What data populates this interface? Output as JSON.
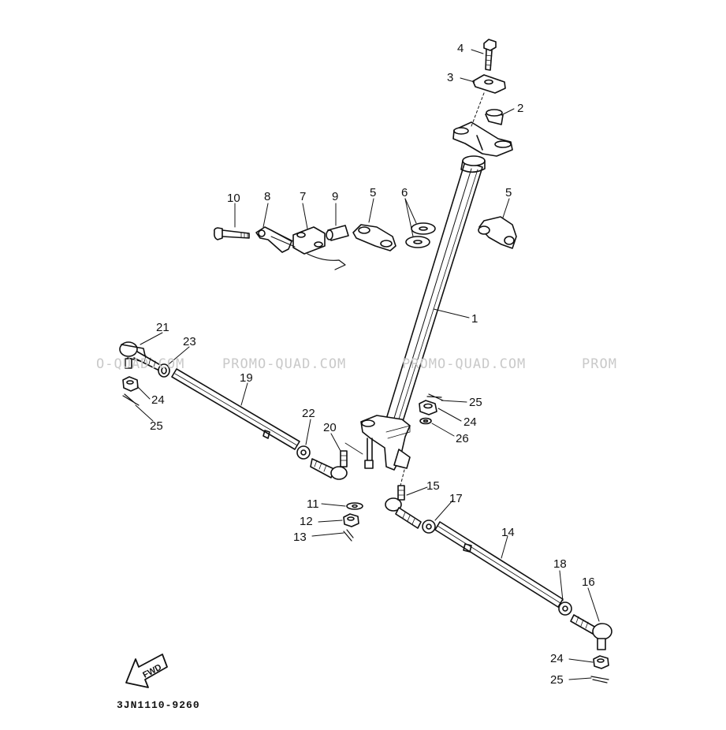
{
  "diagram": {
    "drawing_code": "3JN1110-9260",
    "fwd_label": "FWD",
    "watermarks": [
      "O-QUAD.COM",
      "PROMO-QUAD.COM",
      "PROMO-QUAD.COM",
      "PROM"
    ],
    "callouts": [
      {
        "id": "c4",
        "label": "4"
      },
      {
        "id": "c3",
        "label": "3"
      },
      {
        "id": "c2",
        "label": "2"
      },
      {
        "id": "c10",
        "label": "10"
      },
      {
        "id": "c8",
        "label": "8"
      },
      {
        "id": "c7",
        "label": "7"
      },
      {
        "id": "c9",
        "label": "9"
      },
      {
        "id": "c5a",
        "label": "5"
      },
      {
        "id": "c6",
        "label": "6"
      },
      {
        "id": "c5b",
        "label": "5"
      },
      {
        "id": "c1",
        "label": "1"
      },
      {
        "id": "c21",
        "label": "21"
      },
      {
        "id": "c23",
        "label": "23"
      },
      {
        "id": "c19",
        "label": "19"
      },
      {
        "id": "c24a",
        "label": "24"
      },
      {
        "id": "c25a",
        "label": "25"
      },
      {
        "id": "c22",
        "label": "22"
      },
      {
        "id": "c20",
        "label": "20"
      },
      {
        "id": "c25b",
        "label": "25"
      },
      {
        "id": "c24b",
        "label": "24"
      },
      {
        "id": "c26",
        "label": "26"
      },
      {
        "id": "c15",
        "label": "15"
      },
      {
        "id": "c17",
        "label": "17"
      },
      {
        "id": "c11",
        "label": "11"
      },
      {
        "id": "c12",
        "label": "12"
      },
      {
        "id": "c13",
        "label": "13"
      },
      {
        "id": "c14",
        "label": "14"
      },
      {
        "id": "c18",
        "label": "18"
      },
      {
        "id": "c16",
        "label": "16"
      },
      {
        "id": "c24c",
        "label": "24"
      },
      {
        "id": "c25c",
        "label": "25"
      }
    ]
  }
}
